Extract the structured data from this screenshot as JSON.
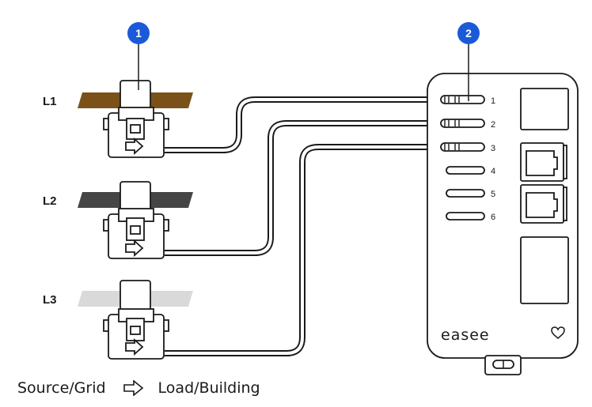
{
  "callouts": [
    "1",
    "2"
  ],
  "phases": [
    "L1",
    "L2",
    "L3"
  ],
  "phase_colors": [
    "#7a5219",
    "#454545",
    "#d9d9d9"
  ],
  "ports": [
    "1",
    "2",
    "3",
    "4",
    "5",
    "6"
  ],
  "device": {
    "brand": "easee"
  },
  "legend": {
    "source": "Source/Grid",
    "load": "Load/Building"
  },
  "accent": "#1a5ad9"
}
